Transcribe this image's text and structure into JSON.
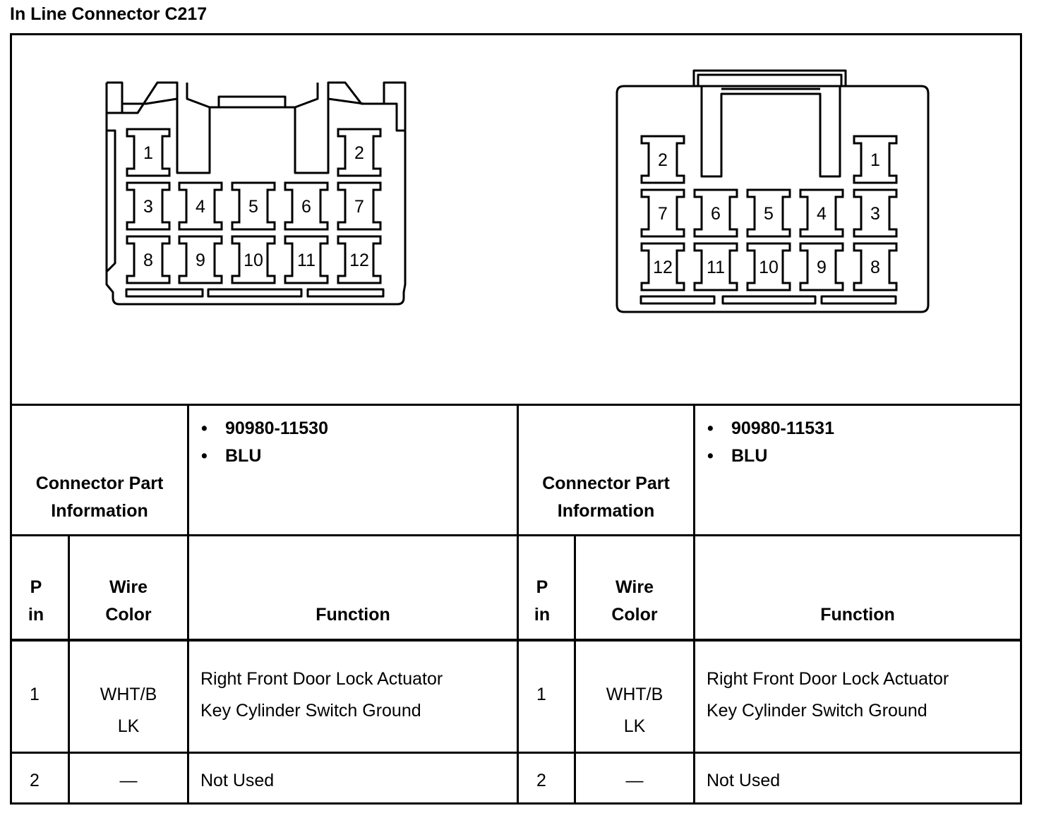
{
  "title": "In Line Connector C217",
  "left_connector": {
    "pins": [
      "1",
      "2",
      "3",
      "4",
      "5",
      "6",
      "7",
      "8",
      "9",
      "10",
      "11",
      "12"
    ]
  },
  "right_connector": {
    "pins": [
      "2",
      "1",
      "7",
      "6",
      "5",
      "4",
      "3",
      "12",
      "11",
      "10",
      "9",
      "8"
    ]
  },
  "tables": [
    {
      "info_label": [
        "Connector Part",
        "Information"
      ],
      "info_items": [
        "90980-11530",
        "BLU"
      ],
      "headers": {
        "pin": [
          "P",
          "in"
        ],
        "wire": [
          "Wire",
          "Color"
        ],
        "function": "Function"
      },
      "rows": [
        {
          "pin": "1",
          "wire": [
            "WHT/B",
            "LK"
          ],
          "function": [
            "Right Front Door Lock Actuator",
            "Key Cylinder Switch Ground"
          ]
        },
        {
          "pin": "2",
          "wire": [
            "—",
            ""
          ],
          "function": [
            "Not Used",
            ""
          ]
        }
      ]
    },
    {
      "info_label": [
        "Connector Part",
        "Information"
      ],
      "info_items": [
        "90980-11531",
        "BLU"
      ],
      "headers": {
        "pin": [
          "P",
          "in"
        ],
        "wire": [
          "Wire",
          "Color"
        ],
        "function": "Function"
      },
      "rows": [
        {
          "pin": "1",
          "wire": [
            "WHT/B",
            "LK"
          ],
          "function": [
            "Right Front Door Lock Actuator",
            "Key Cylinder Switch Ground"
          ]
        },
        {
          "pin": "2",
          "wire": [
            "—",
            ""
          ],
          "function": [
            "Not Used",
            ""
          ]
        }
      ]
    }
  ]
}
